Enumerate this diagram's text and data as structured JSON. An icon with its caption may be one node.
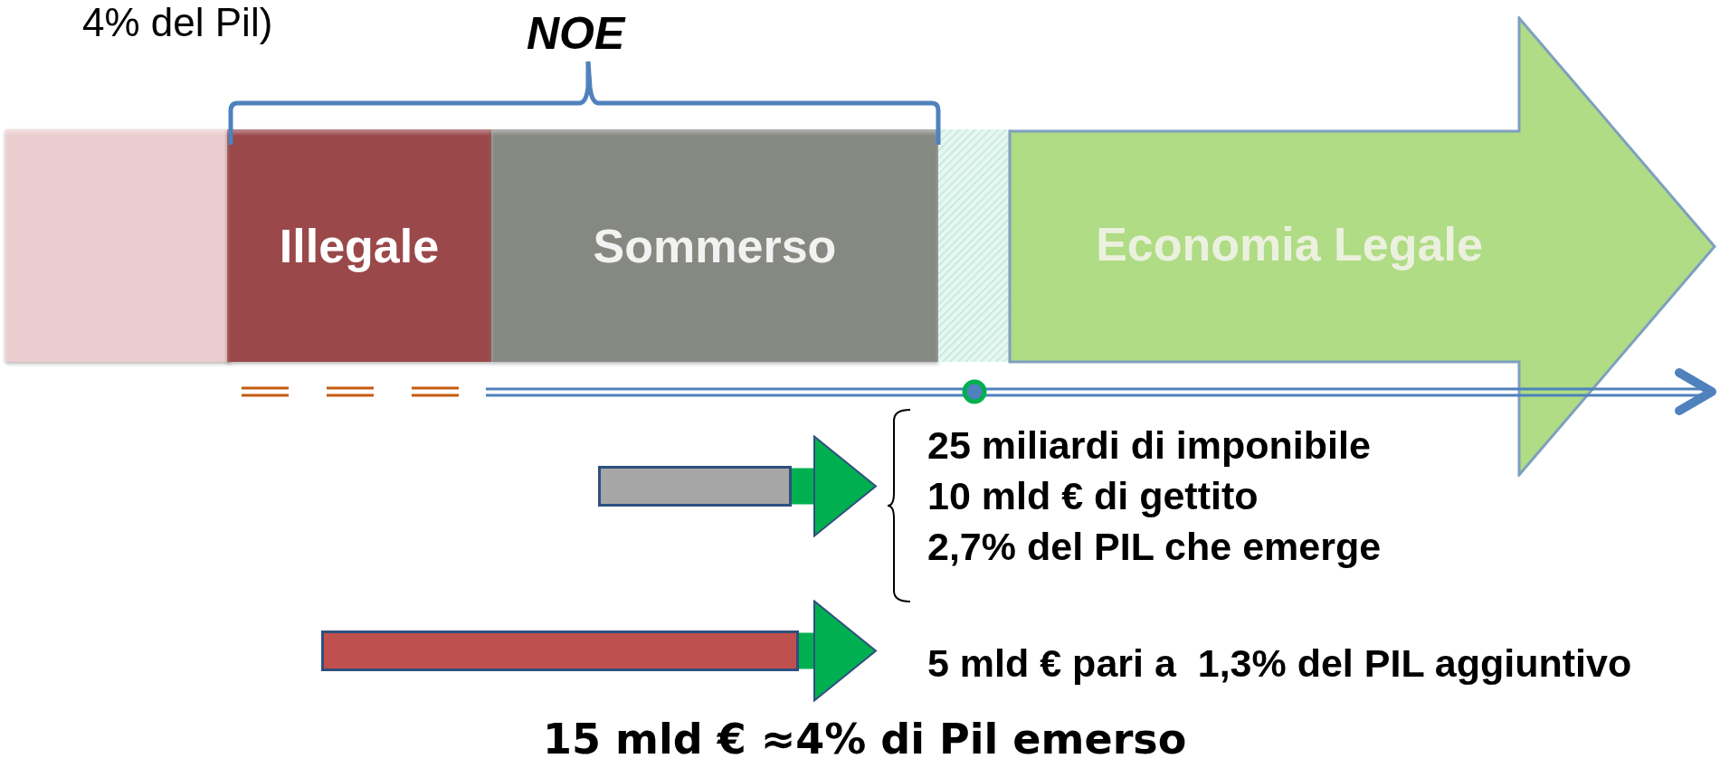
{
  "diagram": {
    "nodes": [
      {
        "text": [],
        "shape": "box"
      },
      {
        "text": [
          "Illegale"
        ]
      },
      {
        "text": [
          "Sommerso"
        ]
      },
      {
        "text": [],
        "shape": "box"
      },
      {
        "text": [
          "Economia Legale"
        ]
      },
      {
        "text": [],
        "shape": "bar"
      },
      {
        "text": [
          "25 miliardi di imponibile",
          "10 mld € di gettito",
          "2,7% del PIL che emerge"
        ]
      },
      {
        "text": [],
        "shape": "bar"
      },
      {
        "text": [
          "5 mld € pari a  1,3% del PIL aggiuntivo"
        ]
      }
    ],
    "edges": [
      {
        "from": 5,
        "to": 6,
        "arrow": "to",
        "color": "#00b050"
      },
      {
        "from": 7,
        "to": 8,
        "arrow": "to",
        "color": "#00b050"
      }
    ],
    "labels": [
      "4% del Pil)",
      "NOE",
      "15 mld € ≈4% di Pil emerso"
    ]
  }
}
